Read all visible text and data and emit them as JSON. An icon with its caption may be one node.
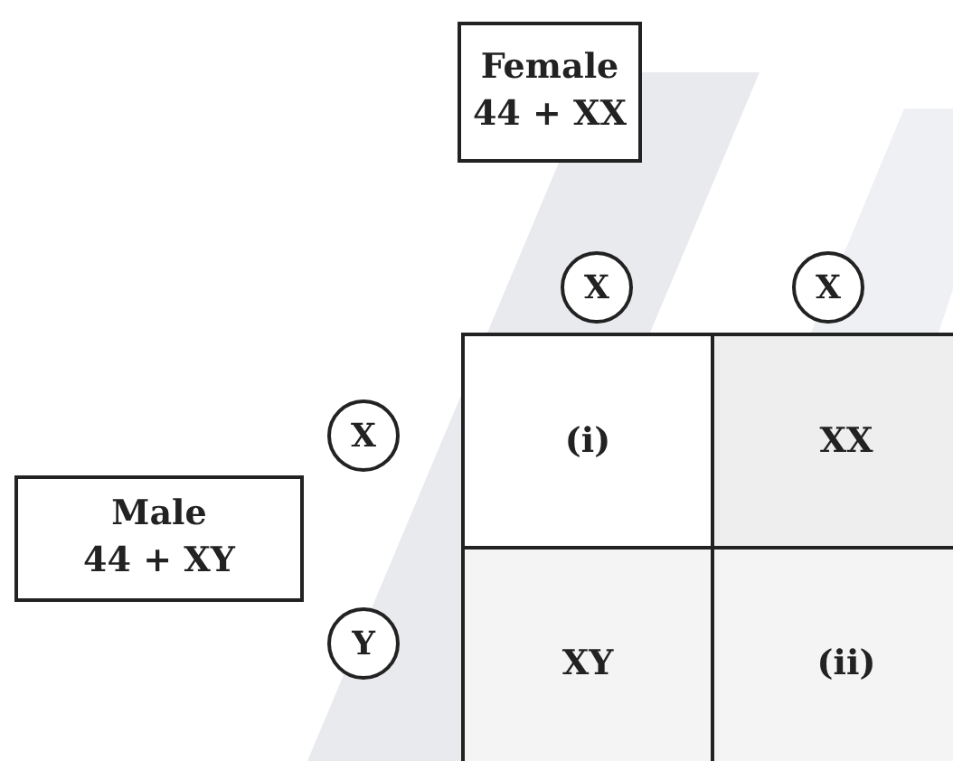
{
  "diagram": {
    "nodes": [
      {
        "text": [
          "Female",
          "44 + XX"
        ]
      },
      {
        "text": [
          "X"
        ]
      },
      {
        "text": [
          "X"
        ]
      },
      {
        "text": [
          "X"
        ]
      },
      {
        "text": [
          "(i)"
        ]
      },
      {
        "text": [
          "XX"
        ]
      },
      {
        "text": [
          "Male",
          "44 + XY"
        ]
      },
      {
        "text": [
          "Y"
        ]
      },
      {
        "text": [
          "XY"
        ]
      },
      {
        "text": [
          "(ii)"
        ]
      }
    ]
  }
}
